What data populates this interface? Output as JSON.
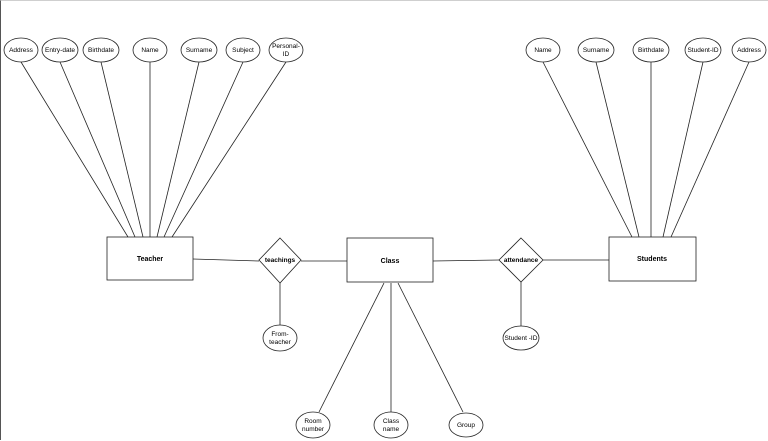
{
  "entities": {
    "teacher": "Teacher",
    "class": "Class",
    "students": "Students"
  },
  "relationships": {
    "teachings": "teachings",
    "attendance": "attendance"
  },
  "attributes": {
    "teacher": {
      "address": "Address",
      "entry_date": "Entry-date",
      "birthdate": "Birthdate",
      "name": "Name",
      "surname": "Surname",
      "subject": "Subject",
      "personal_id": [
        "Personal-",
        "ID"
      ]
    },
    "students": {
      "name": "Name",
      "surname": "Surname",
      "birthdate": "Birthdate",
      "student_id": "Student-ID",
      "address": "Address"
    },
    "class": {
      "room_number": [
        "Room",
        "number"
      ],
      "class_name": [
        "Class",
        "name"
      ],
      "group": "Group"
    },
    "teachings": {
      "from_teacher": [
        "From-",
        "teacher"
      ]
    },
    "attendance": {
      "student_id": "Student -ID"
    }
  },
  "colors": {
    "stroke": "#222222",
    "fill": "#ffffff",
    "text": "#000000"
  }
}
